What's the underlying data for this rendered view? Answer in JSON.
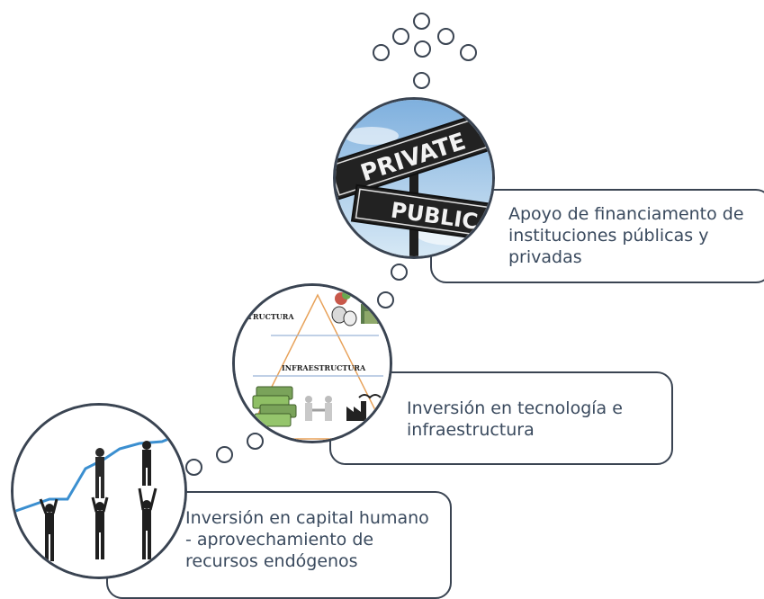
{
  "steps": [
    {
      "id": "top",
      "lines": [
        "Apoyo de financiamento de",
        "instituciones públicas y",
        "privadas"
      ],
      "sign_labels": [
        "PRIVATE",
        "PUBLIC"
      ]
    },
    {
      "id": "middle",
      "lines": [
        "Inversión en tecnología e",
        "infraestructura"
      ],
      "diagram_labels": [
        "ESTRUCTURA",
        "INFRAESTRUCTURA"
      ]
    },
    {
      "id": "bottom",
      "lines": [
        "Inversión en capital humano",
        "- aprovechamiento de",
        "recursos endógenos"
      ]
    }
  ],
  "colors": {
    "outline": "#3a4452",
    "text": "#3a4a5e",
    "sky": "#a9cbe9",
    "sign_dark": "#2b2b2b",
    "triangle": "#e8a25a",
    "chart_line": "#3b8fd0"
  }
}
